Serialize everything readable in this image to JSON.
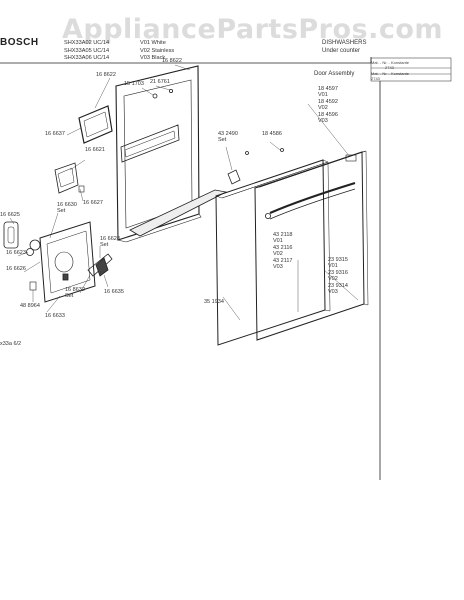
{
  "watermark": "AppliancePartsPros.com",
  "header": {
    "brand": "BOSCH",
    "models": [
      "SHX33A02 UC/14",
      "SHX33A05 UC/14",
      "SHX33A06 UC/14"
    ],
    "variants": [
      "V01 White",
      "V02 Stainless",
      "V03 Black"
    ],
    "category": "DISHWASHERS",
    "subcategory": "Under counter",
    "section": "Door Assembly",
    "code_box": {
      "row1": "Mat. - Nr. - Konstante",
      "row1_value": "2743",
      "row2": "Mat. - Nr. - Konstante",
      "row2_value": "2743"
    }
  },
  "footer": {
    "page_ref": "x33a  6/2"
  },
  "parts": {
    "p1": "16 8622",
    "p2": "16 8622",
    "p3": "15 1703",
    "p4": "21 6761",
    "p5": "16 6637",
    "p6": "16 6621",
    "p7": "43 2490",
    "p7s": "Set",
    "p8": "18 4586",
    "p9": "18 4597",
    "p9a": "V01",
    "p9b": "18 4592",
    "p9c": "V02",
    "p9d": "18 4596",
    "p9e": "V03",
    "p10": "16 6627",
    "p11": "16 6630",
    "p11s": "Set",
    "p12": "16 6625",
    "p13": "16 6623",
    "p14": "16 6626",
    "p15": "16 6628",
    "p15s": "Set",
    "p16": "16 8632",
    "p16s": "Set",
    "p17": "16 6635",
    "p18": "48 8964",
    "p19": "16 6633",
    "p20": "43 2118",
    "p20a": "V01",
    "p20b": "43 2116",
    "p20c": "V02",
    "p20d": "43 2117",
    "p20e": "V03",
    "p21": "23 9315",
    "p21a": "V01",
    "p21b": "23 9316",
    "p21c": "V02",
    "p21d": "23 9314",
    "p21e": "V03",
    "p22": "35 1934"
  }
}
